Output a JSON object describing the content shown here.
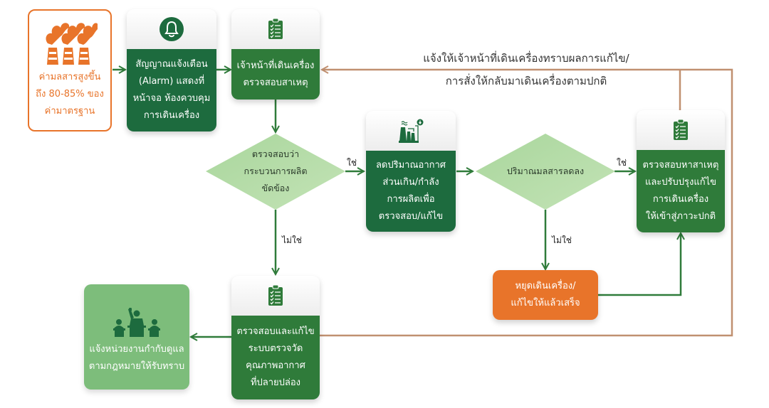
{
  "colors": {
    "orange": "#e8742a",
    "dark_green": "#1d6b3e",
    "mid_green": "#2f7b3a",
    "light_green": "#7dbd7b",
    "diamond_green": "#b5dca8",
    "arrow_green": "#2f7b3a",
    "feedback_brown": "#c09070"
  },
  "nodes": {
    "trigger": {
      "icon": "factory-smoke-icon",
      "lines": [
        "ค่ามลสารสูงขึ้น",
        "ถึง 80-85% ของ",
        "ค่ามาตรฐาน"
      ]
    },
    "alarm": {
      "icon": "bell-icon",
      "lines": [
        "สัญญาณแจ้งเตือน",
        "(Alarm) แสดงที่",
        "หน้าจอ ห้องควบคุม",
        "การเดินเครื่อง"
      ]
    },
    "operator_check": {
      "icon": "clipboard-checklist-icon",
      "lines": [
        "เจ้าหน้าที่เดินเครื่อง",
        "ตรวจสอบสาเหตุ"
      ]
    },
    "decision_process": {
      "lines": [
        "ตรวจสอบว่า",
        "กระบวนการผลิต",
        "ขัดข้อง"
      ]
    },
    "reduce_air": {
      "icon": "factory-reduce-icon",
      "lines": [
        "ลดปริมาณอากาศ",
        "ส่วนเกิน/กำลัง",
        "การผลิตเพื่อ",
        "ตรวจสอบ/แก้ไข"
      ]
    },
    "decision_pollution": {
      "lines": [
        "ปริมาณมลสารลดลง"
      ]
    },
    "fix_cause": {
      "icon": "clipboard-checklist-icon",
      "lines": [
        "ตรวจสอบหาสาเหตุ",
        "และปรับปรุงแก้ไข",
        "การเดินเครื่อง",
        "ให้เข้าสู่ภาวะปกติ"
      ]
    },
    "stop_machine": {
      "lines": [
        "หยุดเดินเครื่อง/",
        "แก้ไขให้แล้วเสร็จ"
      ]
    },
    "check_monitor": {
      "icon": "clipboard-checklist-icon",
      "lines": [
        "ตรวจสอบและแก้ไข",
        "ระบบตรวจวัด",
        "คุณภาพอากาศ",
        "ที่ปลายปล่อง"
      ]
    },
    "notify_agency": {
      "icon": "speaker-podium-icon",
      "lines": [
        "แจ้งหน่วยงานกำกับดูแล",
        "ตามกฎหมายให้รับทราบ"
      ]
    }
  },
  "edge_labels": {
    "yes_1": "ใช่",
    "no_1": "ไม่ใช่",
    "yes_2": "ใช่",
    "no_2": "ไม่ใช่"
  },
  "feedback_note": {
    "lines": [
      "แจ้งให้เจ้าหน้าที่เดินเครื่องทราบผลการแก้ไข/",
      "การสั่งให้กลับมาเดินเครื่องตามปกติ"
    ]
  }
}
